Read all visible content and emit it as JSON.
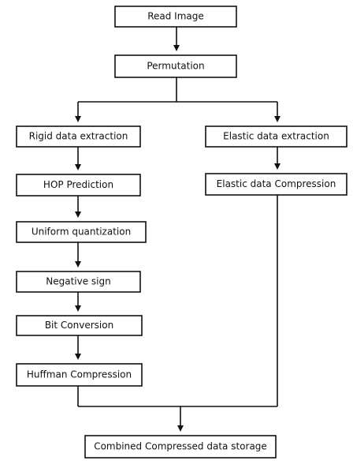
{
  "diagram": {
    "nodes": {
      "read_image": "Read Image",
      "permutation": "Permutation",
      "rigid_extraction": "Rigid data extraction",
      "elastic_extraction": "Elastic data extraction",
      "hop_prediction": "HOP Prediction",
      "elastic_compression": "Elastic data Compression",
      "uniform_quantization": "Uniform quantization",
      "negative_sign": "Negative sign",
      "bit_conversion": "Bit Conversion",
      "huffman_compression": "Huffman Compression",
      "combined_storage": "Combined Compressed data storage"
    }
  }
}
